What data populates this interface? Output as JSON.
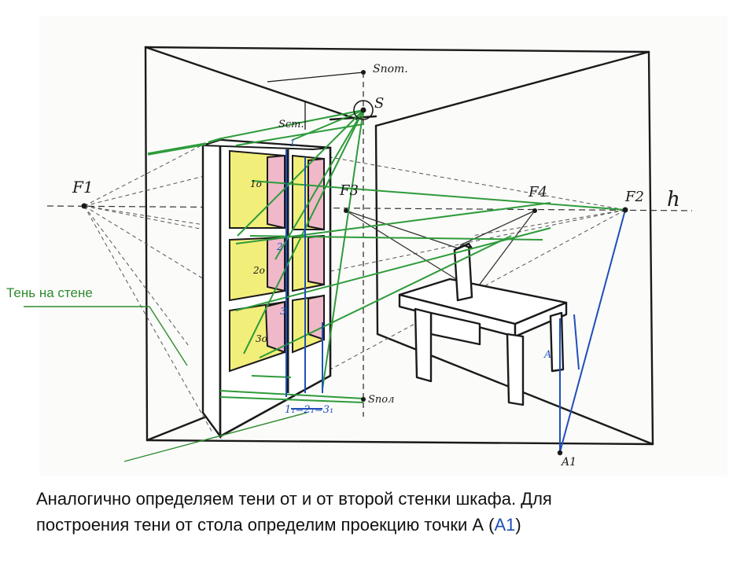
{
  "drawing": {
    "points": {
      "f1": "F1",
      "f2": "F2",
      "f3": "F3",
      "f4": "F4",
      "horizon": "h",
      "s": "S",
      "s_ceiling": "Sпот.",
      "s_wall": "Sст.",
      "s_floor": "Sпол",
      "a": "A",
      "a1": "A1",
      "p1": "1",
      "p1o": "1o",
      "p2": "2",
      "p2o": "2o",
      "p3": "3",
      "p3o": "3o",
      "floor_eq": "1₁=2₁=3₁"
    },
    "shadow_label": "Тень  на стене"
  },
  "colors": {
    "ink": "#1a1a1a",
    "green": "#2e9b3a",
    "blue": "#1f4fb8",
    "yellow": "#f2ee7a",
    "pink": "#f0b9c9"
  },
  "caption": {
    "line1": "Аналогично определяем тени от и от второй стенки шкафа. Для",
    "line2_prefix": "построения тени от стола определим проекцию точки А (",
    "line2_highlight": "А1",
    "line2_suffix": ")"
  }
}
